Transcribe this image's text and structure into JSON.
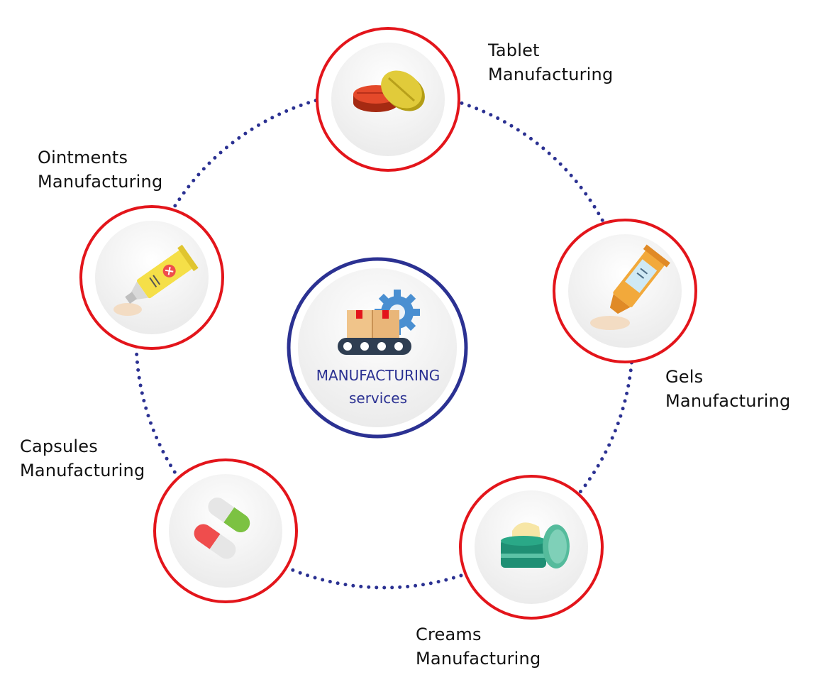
{
  "center": {
    "title": "MANUFACTURING",
    "subtitle": "services",
    "icon": "conveyor-gear-icon"
  },
  "services": [
    {
      "line1": "Tablet",
      "line2": "Manufacturing",
      "icon": "tablet-icon"
    },
    {
      "line1": "Gels",
      "line2": "Manufacturing",
      "icon": "gel-tube-icon"
    },
    {
      "line1": "Creams",
      "line2": "Manufacturing",
      "icon": "cream-jar-icon"
    },
    {
      "line1": "Capsules",
      "line2": "Manufacturing",
      "icon": "capsule-icon"
    },
    {
      "line1": "Ointments",
      "line2": "Manufacturing",
      "icon": "ointment-tube-icon"
    }
  ],
  "colors": {
    "ring": "#e3151b",
    "center_ring": "#2b3192",
    "dots": "#2b3192",
    "text": "#111111"
  }
}
